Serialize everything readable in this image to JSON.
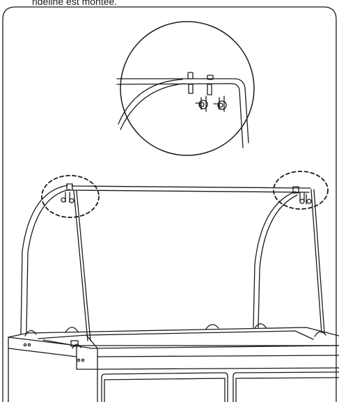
{
  "caption": {
    "text": "rideline est montée."
  },
  "figure": {
    "subject": "refrigerated counter with curved glass sneeze guard",
    "detail_callouts": 2,
    "magnified_view": "guard bar clamp bracket",
    "colors": {
      "line": "#1a1a1a",
      "callout_dash": "#1a1a1a",
      "frame": "#1a1a1a"
    }
  }
}
